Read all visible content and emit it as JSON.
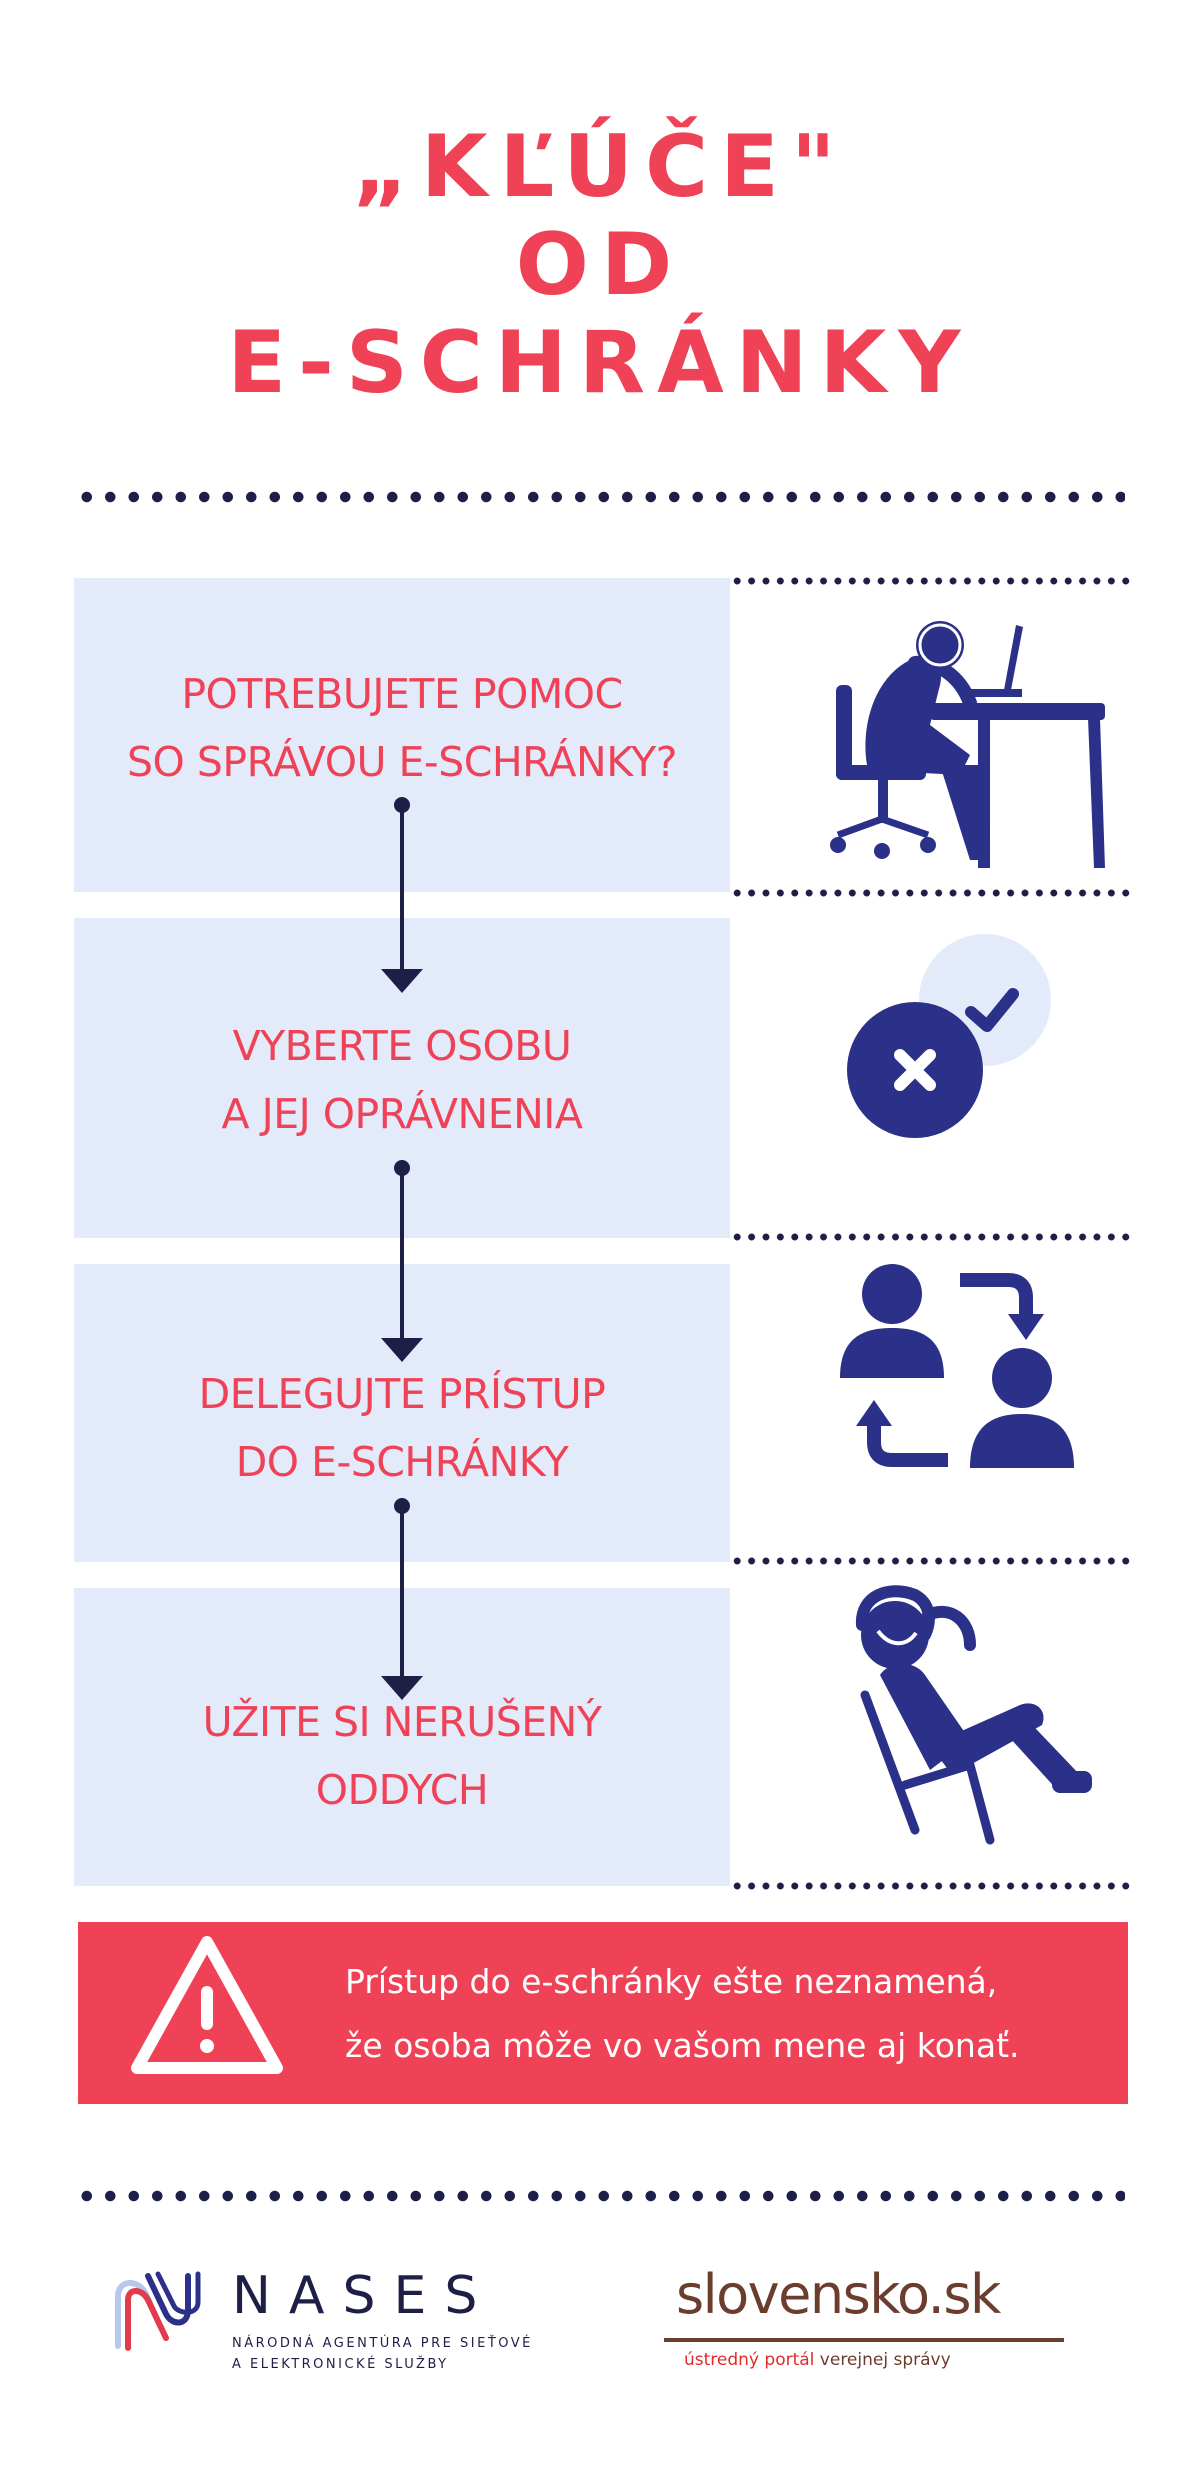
{
  "title": {
    "line1": "„KĽÚČE\"",
    "line2": "OD",
    "line3": "E-SCHRÁNKY"
  },
  "steps": [
    {
      "line1": "POTREBUJETE POMOC",
      "line2": "SO SPRÁVOU E-SCHRÁNKY?",
      "icon": "frustrated-person-at-desk-icon"
    },
    {
      "line1": "VYBERTE OSOBU",
      "line2": "A JEJ OPRÁVNENIA",
      "icon": "permissions-check-cross-icon"
    },
    {
      "line1": "DELEGUJTE PRÍSTUP",
      "line2": "DO E-SCHRÁNKY",
      "icon": "delegate-users-exchange-icon"
    },
    {
      "line1": "UŽITE SI NERUŠENÝ",
      "line2": "ODDYCH",
      "icon": "relaxing-person-in-chair-icon"
    }
  ],
  "warning": {
    "icon": "warning-triangle-icon",
    "line1": "Prístup do e-schránky ešte neznamená,",
    "line2": "že osoba môže vo vašom mene aj konať."
  },
  "footer": {
    "nases": {
      "name": "NASES",
      "sub_line1": "NÁRODNÁ AGENTÚRA PRE SIEŤOVÉ",
      "sub_line2": "A ELEKTRONICKÉ SLUŽBY"
    },
    "slovensko": {
      "logo": "slovensko.sk",
      "tag_part1": "ústredný portál",
      "tag_part2": "verejnej správy"
    }
  },
  "colors": {
    "accent_red": "#ef4256",
    "navy": "#1e1f47",
    "icon_blue": "#2b3088",
    "panel_bg": "#e3ebfb",
    "brown": "#6b3d2e"
  }
}
